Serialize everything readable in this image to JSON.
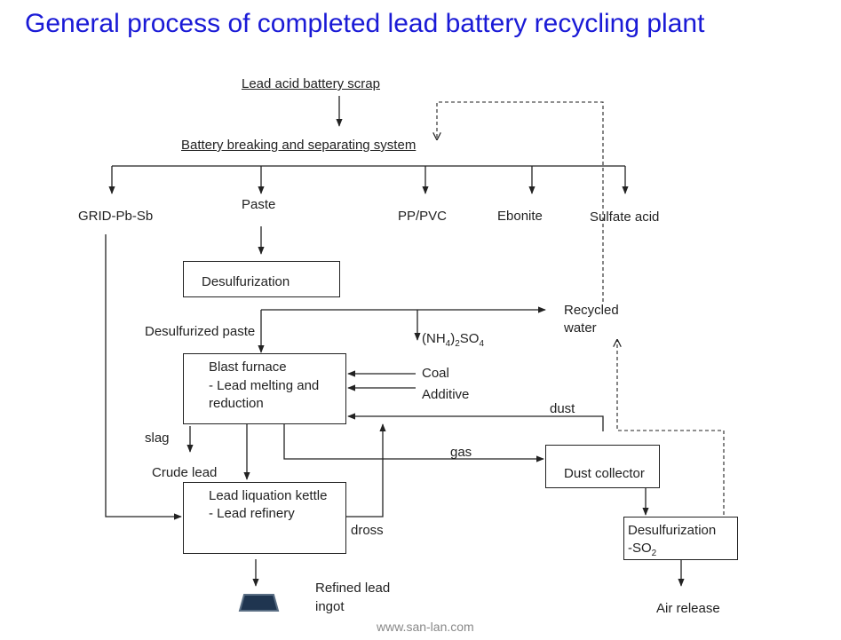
{
  "title": "General process of completed lead battery recycling plant",
  "nodes": {
    "scrap": "Lead acid battery scrap",
    "breaking": "Battery breaking and separating system",
    "grid": "GRID-Pb-Sb",
    "paste": "Paste",
    "ppvc": "PP/PVC",
    "ebonite": "Ebonite",
    "sulfate": "Sulfate acid",
    "desulfurization": "Desulfurization",
    "recycled_water_1": "Recycled",
    "recycled_water_2": "water",
    "desulfurized_paste": "Desulfurized paste",
    "ammonium_a": "(NH",
    "ammonium_sub1": "4",
    "ammonium_b": ")",
    "ammonium_sub2": "2",
    "ammonium_c": "SO",
    "ammonium_sub3": "4",
    "blast_1": "Blast furnace",
    "blast_2": "- Lead  melting and",
    "blast_3": "reduction",
    "coal": "Coal",
    "additive": "Additive",
    "dust": "dust",
    "slag": "slag",
    "gas": "gas",
    "crude_lead": "Crude lead",
    "dust_collector": "Dust collector",
    "kettle_1": "Lead liquation kettle",
    "kettle_2": "- Lead  refinery",
    "dross": "dross",
    "so2_1": "Desulfurization",
    "so2_2a": "-SO",
    "so2_sub": "2",
    "refined_1": "Refined lead",
    "refined_2": "ingot",
    "air_release": "Air release"
  },
  "footer": "www.san-lan.com",
  "colors": {
    "title": "#1a1ad6",
    "line": "#222222",
    "ingot": "#1f3550"
  }
}
